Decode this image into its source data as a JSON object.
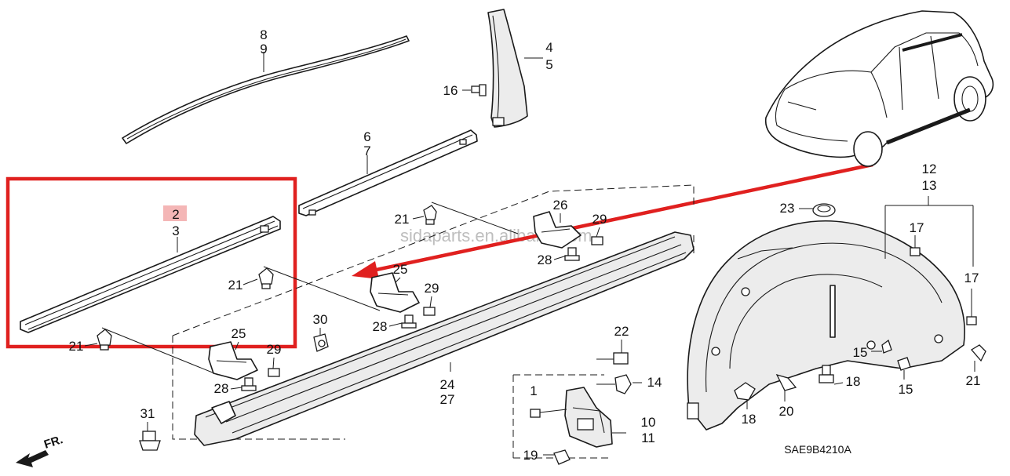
{
  "watermark": "sidaparts.en.alibaba.com",
  "diagram_code": "SAE9B4210A",
  "front_indicator": "FR.",
  "colors": {
    "highlight_box": "#e0201f",
    "arrow": "#e0201f",
    "label_highlight": "#f4b6b6",
    "line": "#1a1a1a"
  },
  "callouts": [
    {
      "id": "c8",
      "text": "8"
    },
    {
      "id": "c9",
      "text": "9"
    },
    {
      "id": "c4",
      "text": "4"
    },
    {
      "id": "c5",
      "text": "5"
    },
    {
      "id": "c16",
      "text": "16"
    },
    {
      "id": "c6",
      "text": "6"
    },
    {
      "id": "c7",
      "text": "7"
    },
    {
      "id": "c2",
      "text": "2",
      "highlighted": true
    },
    {
      "id": "c3",
      "text": "3"
    },
    {
      "id": "c21a",
      "text": "21"
    },
    {
      "id": "c26",
      "text": "26"
    },
    {
      "id": "c29a",
      "text": "29"
    },
    {
      "id": "c28a",
      "text": "28"
    },
    {
      "id": "c21b",
      "text": "21"
    },
    {
      "id": "c25b",
      "text": "25"
    },
    {
      "id": "c29b",
      "text": "29"
    },
    {
      "id": "c28b",
      "text": "28"
    },
    {
      "id": "c30",
      "text": "30"
    },
    {
      "id": "c21c",
      "text": "21"
    },
    {
      "id": "c25c",
      "text": "25"
    },
    {
      "id": "c29c",
      "text": "29"
    },
    {
      "id": "c28c",
      "text": "28"
    },
    {
      "id": "c24",
      "text": "24"
    },
    {
      "id": "c27",
      "text": "27"
    },
    {
      "id": "c31",
      "text": "31"
    },
    {
      "id": "c22",
      "text": "22"
    },
    {
      "id": "c14",
      "text": "14"
    },
    {
      "id": "c1",
      "text": "1"
    },
    {
      "id": "c10",
      "text": "10"
    },
    {
      "id": "c11",
      "text": "11"
    },
    {
      "id": "c19",
      "text": "19"
    },
    {
      "id": "c12",
      "text": "12"
    },
    {
      "id": "c13",
      "text": "13"
    },
    {
      "id": "c23",
      "text": "23"
    },
    {
      "id": "c17a",
      "text": "17"
    },
    {
      "id": "c17b",
      "text": "17"
    },
    {
      "id": "c15a",
      "text": "15"
    },
    {
      "id": "c15b",
      "text": "15"
    },
    {
      "id": "c21d",
      "text": "21"
    },
    {
      "id": "c18a",
      "text": "18"
    },
    {
      "id": "c18b",
      "text": "18"
    },
    {
      "id": "c20",
      "text": "20"
    }
  ]
}
